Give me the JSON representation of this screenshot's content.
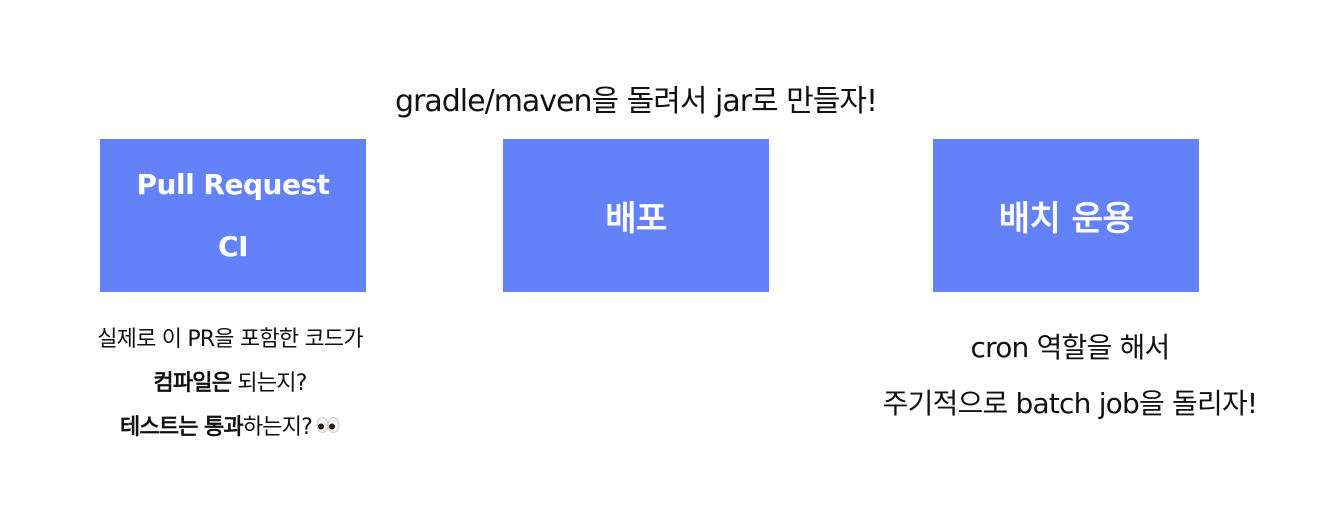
{
  "top_caption": "gradle/maven을 돌려서 jar로 만들자!",
  "boxes": {
    "pr": {
      "line1": "Pull Request",
      "line2": "CI"
    },
    "deploy": {
      "label": "배포"
    },
    "batch": {
      "label": "배치 운용"
    }
  },
  "pr_note": {
    "line1": "실제로 이 PR을 포함한 코드가",
    "line2_bold": "컴파일은",
    "line2_rest": " 되는지?",
    "line3_bold1": "테스트는",
    "line3_space": " ",
    "line3_bold2": "통과",
    "line3_rest": "하는지?",
    "emoji_icon": "eyes-icon"
  },
  "batch_note": {
    "line1": "cron 역할을 해서",
    "line2": "주기적으로 batch job을 돌리자!"
  },
  "colors": {
    "box_fill": "#6381f8",
    "box_text": "#ffffff",
    "text": "#111111",
    "background": "#ffffff"
  }
}
